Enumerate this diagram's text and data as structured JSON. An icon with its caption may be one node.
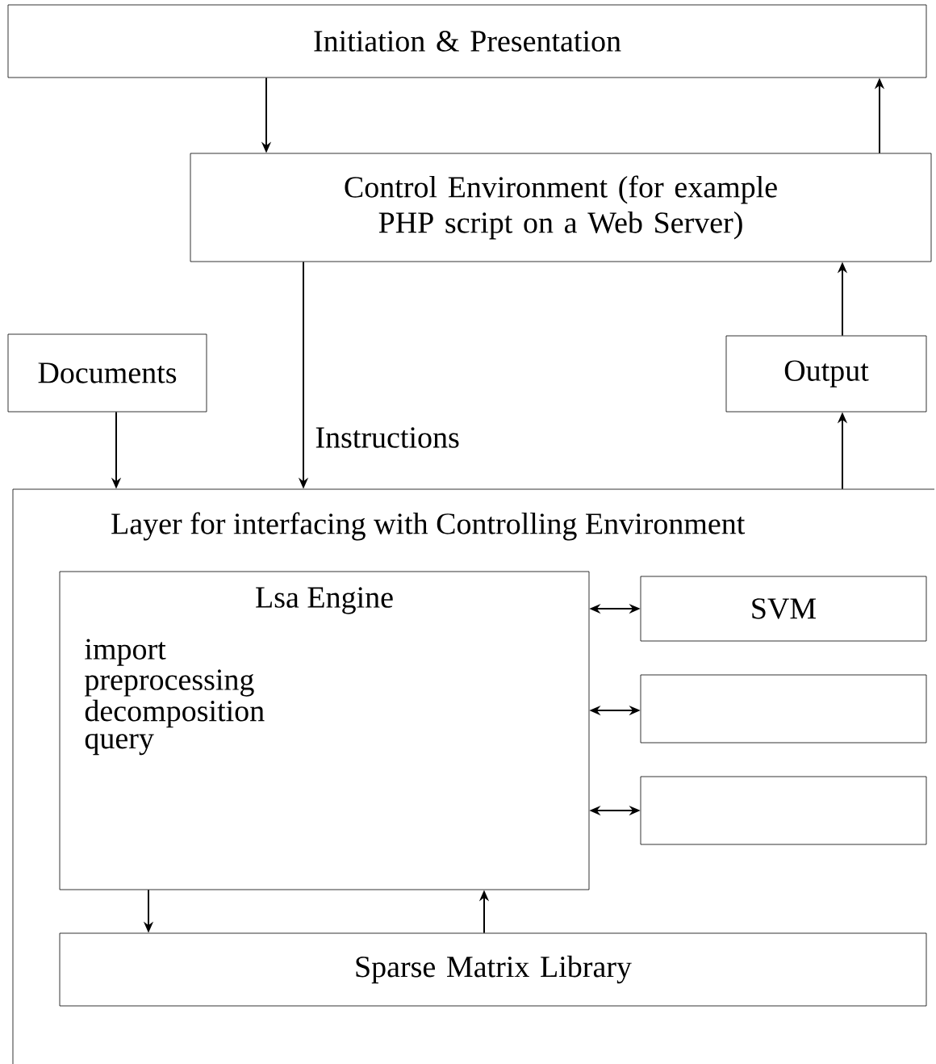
{
  "diagram": {
    "nodes": [
      {
        "text": [
          "Initiation & Presentation"
        ]
      },
      {
        "text": [
          "Control Environment (for example PHP script on a Web Server)"
        ]
      },
      {
        "text": [
          "Documents"
        ]
      },
      {
        "text": [
          "Output"
        ]
      },
      {
        "text": [
          "Layer for interfacing with Controlling Environment"
        ]
      },
      {
        "text": [
          "Lsa Engine",
          "import",
          "preprocessing",
          "decomposition",
          "query"
        ],
        "in": 4
      },
      {
        "text": [
          "SVM"
        ],
        "in": 4
      },
      {
        "text": [],
        "shape": "box",
        "in": 4
      },
      {
        "text": [],
        "shape": "box",
        "in": 4
      },
      {
        "text": [
          "Sparse Matrix Library"
        ],
        "in": 4
      }
    ],
    "edges": [
      {
        "from": 0,
        "to": 1,
        "arrow": "to"
      },
      {
        "from": 1,
        "to": 0,
        "arrow": "to"
      },
      {
        "from": 1,
        "to": 4,
        "arrow": "to",
        "label": "Instructions"
      },
      {
        "from": 2,
        "to": 4,
        "arrow": "to"
      },
      {
        "from": 4,
        "to": 3,
        "arrow": "to"
      },
      {
        "from": 3,
        "to": 1,
        "arrow": "to"
      },
      {
        "from": 5,
        "to": 6,
        "arrow": "both"
      },
      {
        "from": 5,
        "to": 7,
        "arrow": "both"
      },
      {
        "from": 5,
        "to": 8,
        "arrow": "both"
      },
      {
        "from": 5,
        "to": 9,
        "arrow": "to"
      },
      {
        "from": 9,
        "to": 5,
        "arrow": "to"
      }
    ]
  }
}
